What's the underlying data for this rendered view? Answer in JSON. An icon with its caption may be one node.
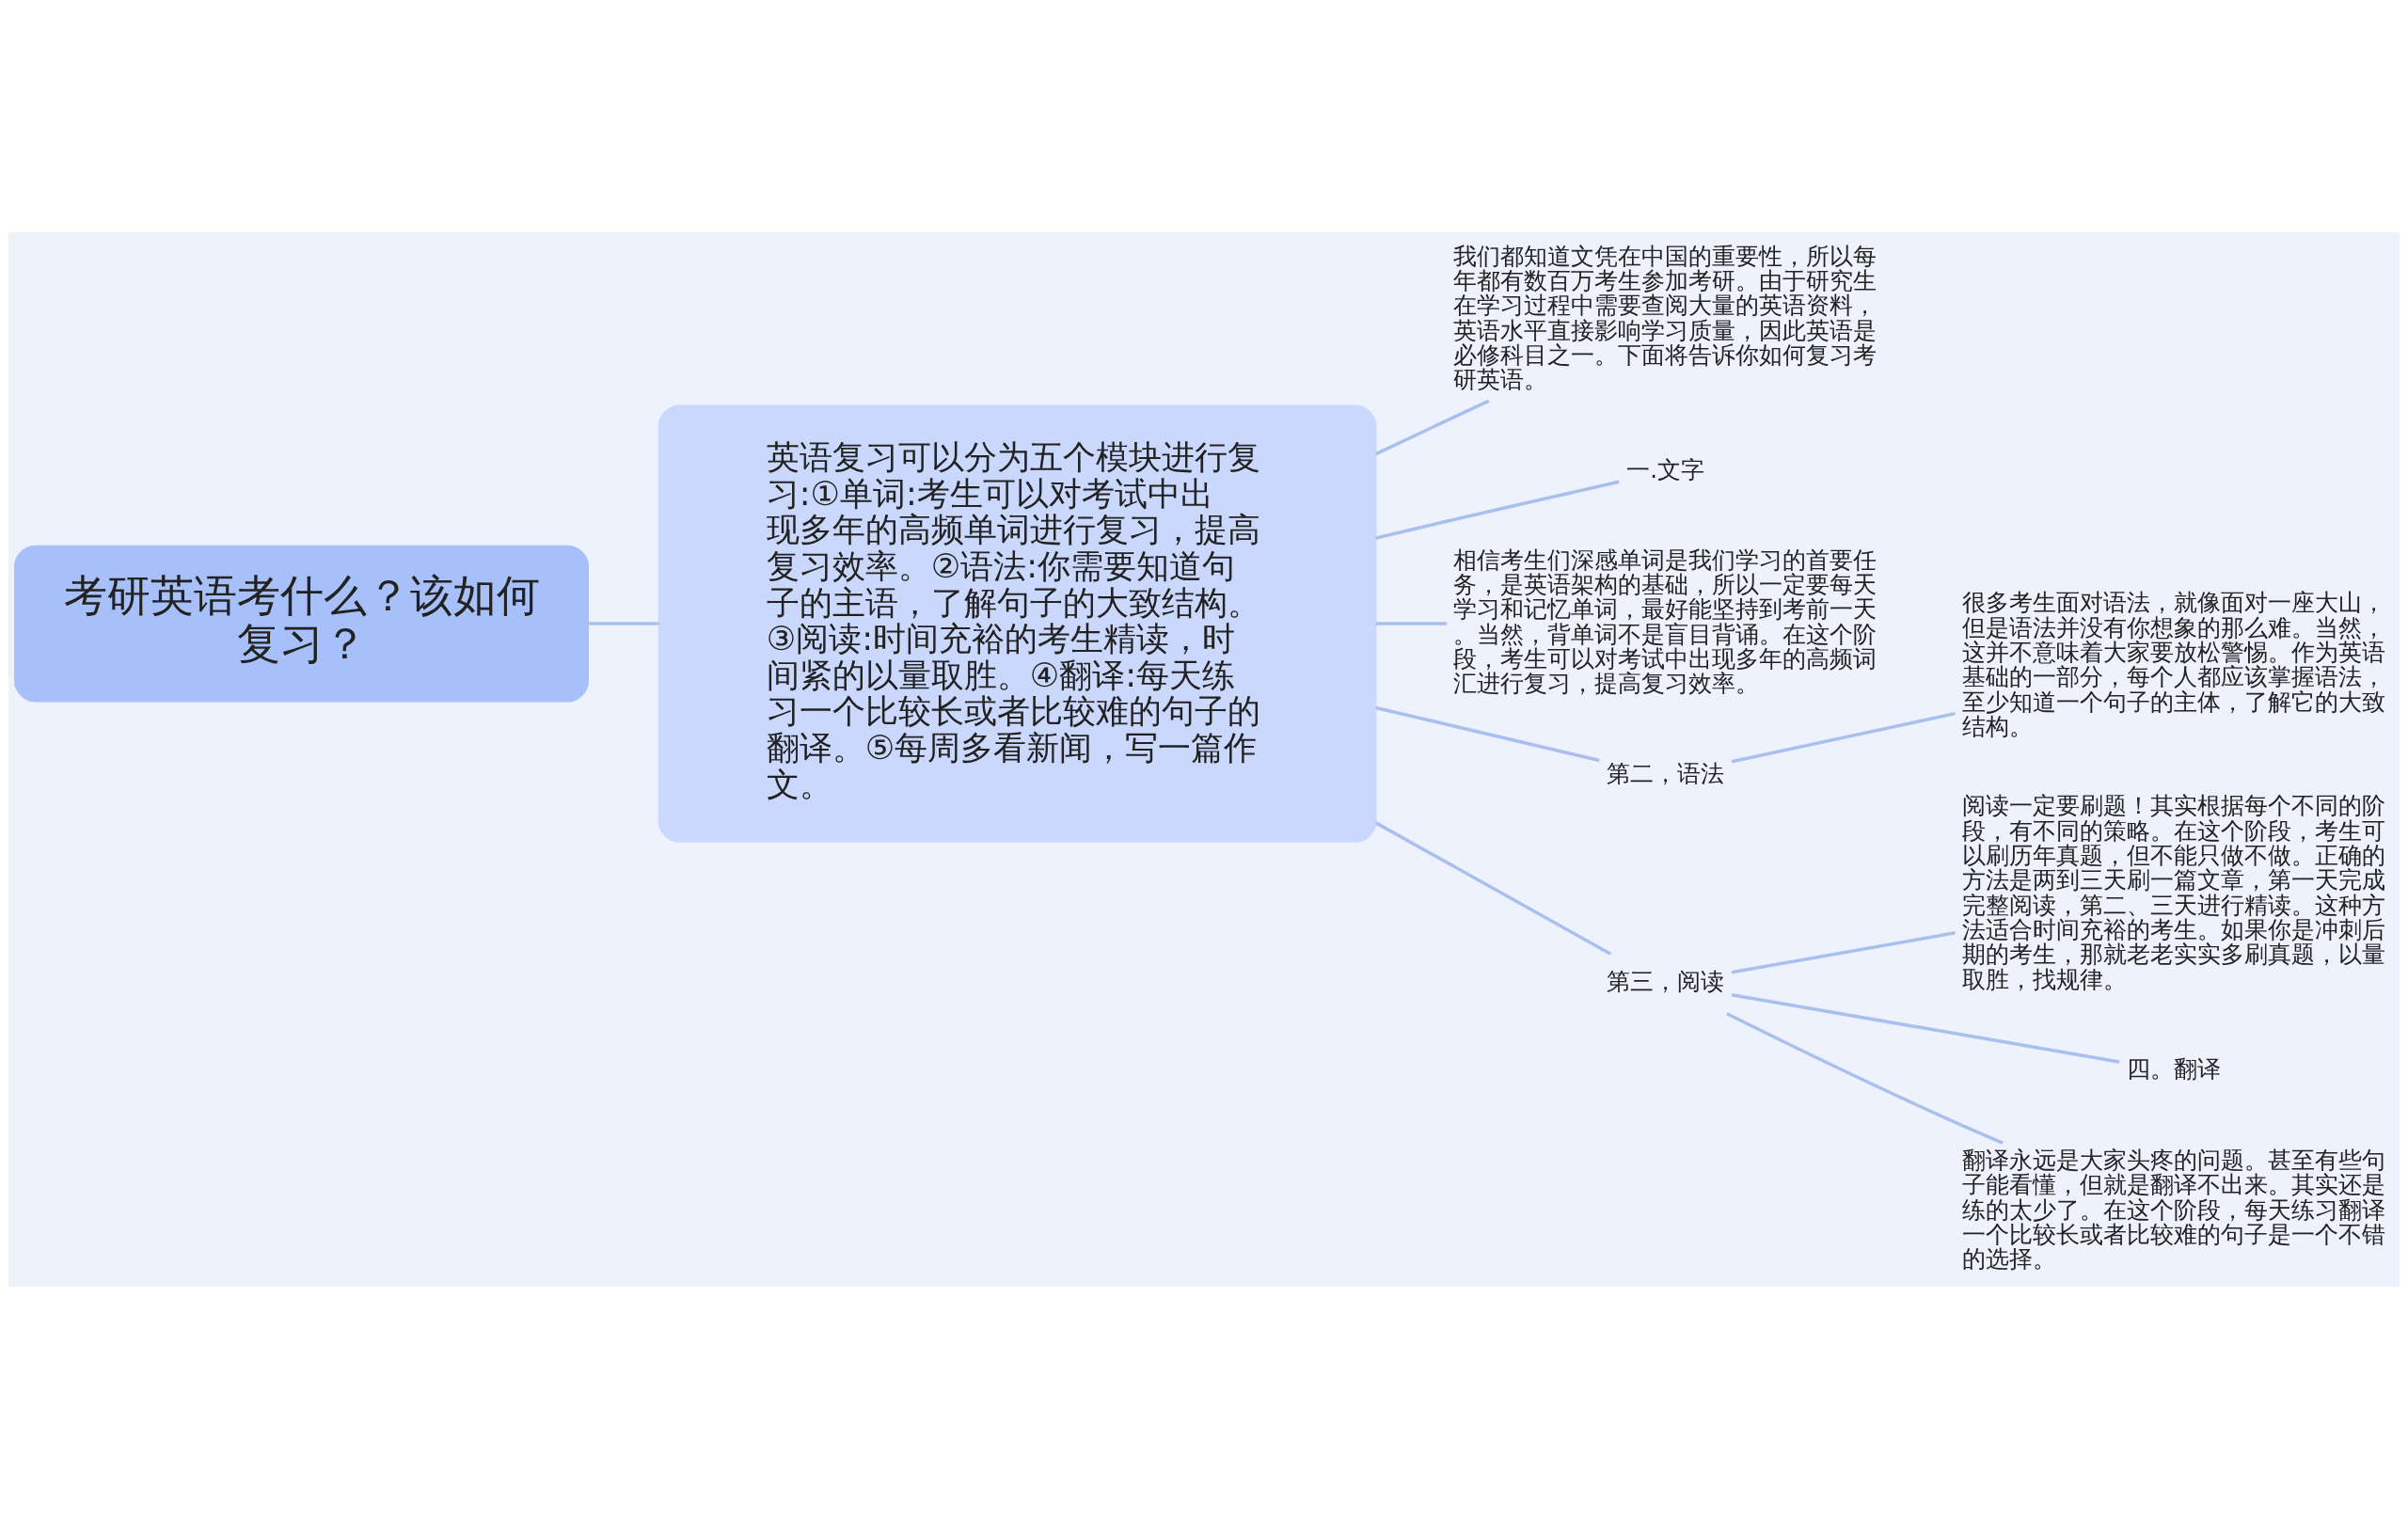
{
  "diagram": {
    "nodes": [
      {
        "text": [
          "考研英语考什么？该如何复习？"
        ]
      },
      {
        "text": [
          "英语复习可以分为五个模块进行复习:①单词:考生可以对考试中出现多年的高频单词进行复习，提高复习效率。②语法:你需要知道句子的主语，了解句子的大致结构。③阅读:时间充裕的考生精读，时间紧的以量取胜。④翻译:每天练习一个比较长或者比较难的句子的翻译。⑤每周多看新闻，写一篇作文。"
        ]
      },
      {
        "text": [
          "我们都知道文凭在中国的重要性，所以每年都有数百万考生参加考研。由于研究生在学习过程中需要查阅大量的英语资料，英语水平直接影响学习质量，因此英语是必修科目之一。下面将告诉你如何复习考研英语。"
        ]
      },
      {
        "text": [
          "一.文字"
        ]
      },
      {
        "text": [
          "相信考生们深感单词是我们学习的首要任务，是英语架构的基础，所以一定要每天学习和记忆单词，最好能坚持到考前一天。当然，背单词不是盲目背诵。在这个阶段，考生可以对考试中出现多年的高频词汇进行复习，提高复习效率。"
        ]
      },
      {
        "text": [
          "第二，语法"
        ]
      },
      {
        "text": [
          "很多考生面对语法，就像面对一座大山，但是语法并没有你想象的那么难。当然，这并不意味着大家要放松警惕。作为英语基础的一部分，每个人都应该掌握语法，至少知道一个句子的主体，了解它的大致结构。"
        ]
      },
      {
        "text": [
          "第三，阅读"
        ]
      },
      {
        "text": [
          "阅读一定要刷题！其实根据每个不同的阶段，有不同的策略。在这个阶段，考生可以刷历年真题，但不能只做不做。正确的方法是两到三天刷一篇文章，第一天完成完整阅读，第二、三天进行精读。这种方法适合时间充裕的考生。如果你是冲刺后期的考生，那就老老实实多刷真题，以量取胜，找规律。"
        ]
      },
      {
        "text": [
          "四。翻译"
        ]
      },
      {
        "text": [
          "翻译永远是大家头疼的问题。甚至有些句子能看懂，但就是翻译不出来。其实还是练的太少了。在这个阶段，每天练习翻译一个比较长或者比较难的句子是一个不错的选择。"
        ]
      }
    ],
    "edges": [
      {
        "from": 0,
        "to": 1,
        "arrow": "none"
      },
      {
        "from": 1,
        "to": 2,
        "arrow": "none"
      },
      {
        "from": 1,
        "to": 3,
        "arrow": "none"
      },
      {
        "from": 1,
        "to": 4,
        "arrow": "none"
      },
      {
        "from": 1,
        "to": 5,
        "arrow": "none"
      },
      {
        "from": 1,
        "to": 7,
        "arrow": "none"
      },
      {
        "from": 5,
        "to": 6,
        "arrow": "none"
      },
      {
        "from": 7,
        "to": 8,
        "arrow": "none"
      },
      {
        "from": 7,
        "to": 9,
        "arrow": "none"
      },
      {
        "from": 7,
        "to": 10,
        "arrow": "none"
      }
    ]
  }
}
